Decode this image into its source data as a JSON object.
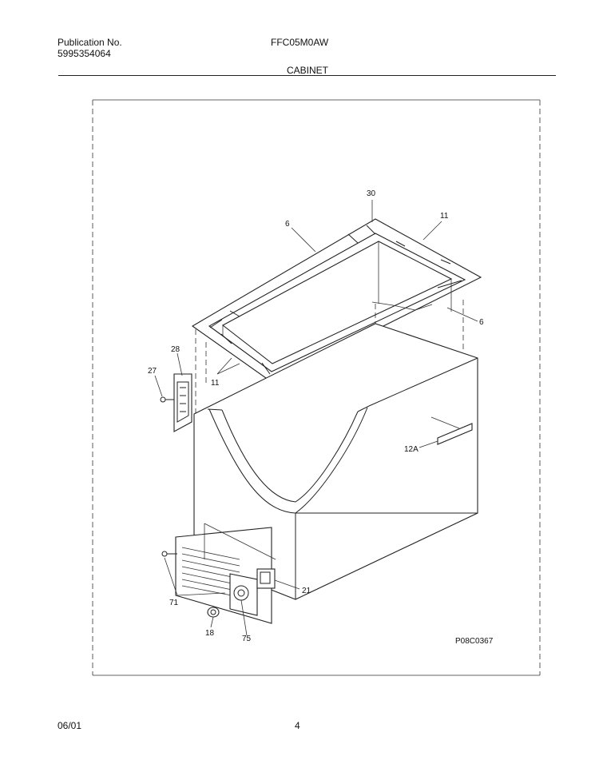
{
  "header": {
    "publication_label": "Publication No.",
    "publication_number": "5995354064",
    "model": "FFC05M0AW",
    "section_title": "CABINET"
  },
  "diagram": {
    "drawing_code": "P08C0367",
    "callouts": {
      "c30": "30",
      "c6a": "6",
      "c11a": "11",
      "c6b": "6",
      "c28": "28",
      "c27": "27",
      "c11b": "11",
      "c12a": "12A",
      "c71": "71",
      "c21": "21",
      "c18": "18",
      "c75": "75"
    }
  },
  "footer": {
    "date": "06/01",
    "page": "4"
  }
}
